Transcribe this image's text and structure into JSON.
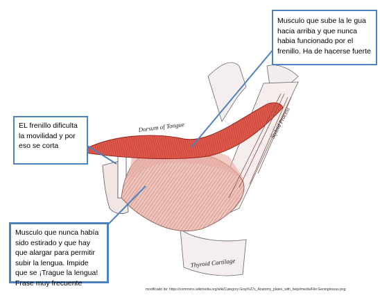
{
  "callouts": {
    "top": "Musculo que sube la le gua hacia arriba y que nunca habia funcionado por el frenillo. Ha de hacerse fuerte",
    "left": "EL frenillo dificulta la movilidad y por eso se corta",
    "bottom": "Musculo que nunca había sido estirado y que hay que alargar para permitir subir la lengua. Impide que se ¡Trague la lengua! Frase muy frecuente"
  },
  "anatomy_labels": {
    "dorsum": "Dorsum of Tongue",
    "styloid": "Styloid Process",
    "thyroid": "Thyroid Cartilage"
  },
  "credit": "modificado de: https://commons.wikimedia.org/wiki/Category:Gray%27s_Anatomy_plates_with_help#media/File:Genioglossus.png",
  "colors": {
    "callout_border": "#4f81bd",
    "muscle_red": "#d9463a",
    "muscle_pink": "#e8b4ac"
  }
}
